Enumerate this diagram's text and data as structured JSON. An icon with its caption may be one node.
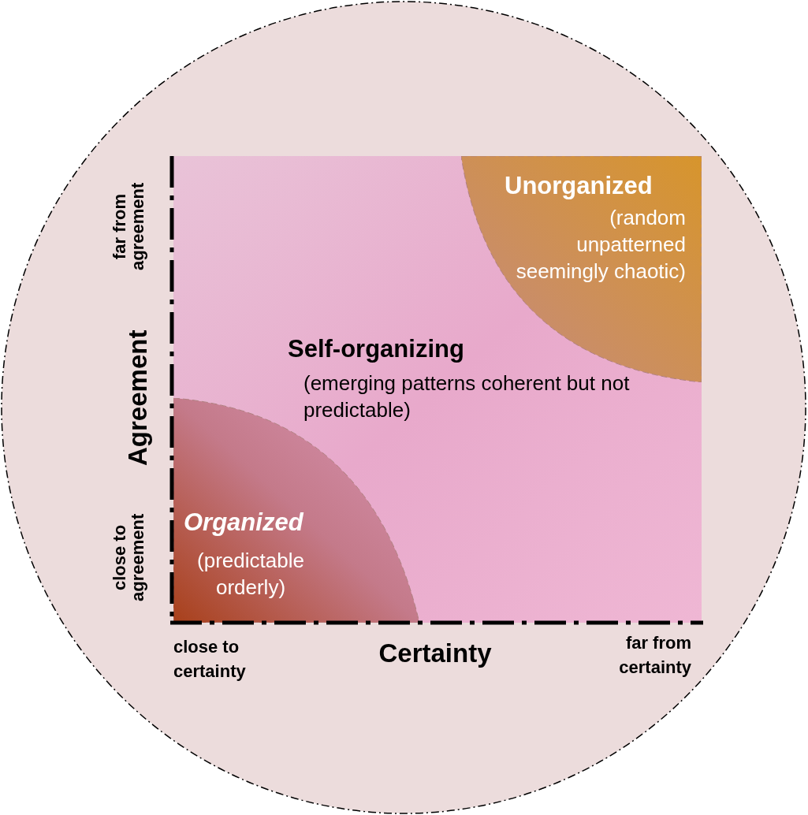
{
  "diagram": {
    "nodes": [
      {
        "text": [
          "Unorganized",
          "(random unpatterned seemingly chaotic)"
        ]
      },
      {
        "text": [
          "Self-organizing",
          "(emerging patterns coherent but not predictable)"
        ]
      },
      {
        "text": [
          "Organized",
          "(predictable orderly)"
        ]
      }
    ],
    "labels": [
      "far from agreement",
      "Agreement",
      "close to agreement",
      "close to certainty",
      "Certainty",
      "far from certainty"
    ]
  }
}
